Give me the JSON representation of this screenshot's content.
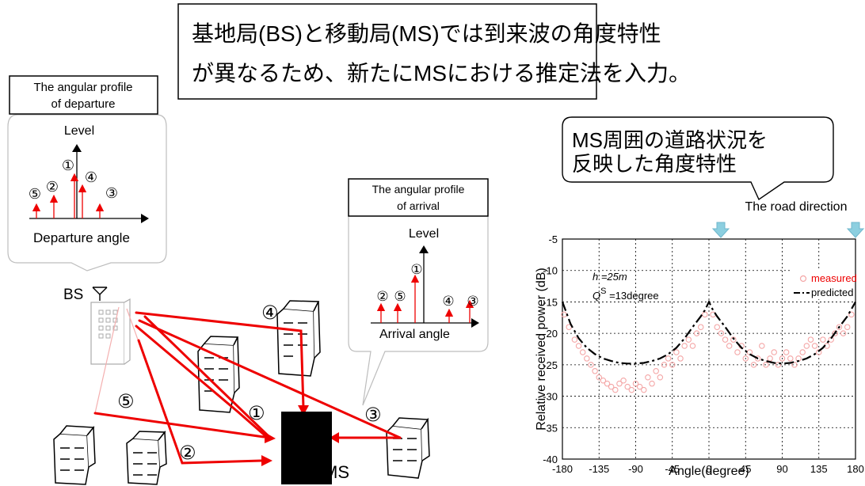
{
  "headline": {
    "line1": "基地局(BS)と移動局(MS)では到来波の角度特性",
    "line2": "が異なるため、新たにMSにおける推定法を入力。"
  },
  "departure_box": {
    "title_line1": "The angular profile",
    "title_line2": "of departure",
    "y_label": "Level",
    "x_label": "Departure angle",
    "labels": [
      "⑤",
      "②",
      "①",
      "④",
      "③"
    ]
  },
  "arrival_box": {
    "title_line1": "The angular profile",
    "title_line2": "of arrival",
    "y_label": "Level",
    "x_label": "Arrival angle",
    "labels": [
      "②",
      "⑤",
      "①",
      "④",
      "③"
    ]
  },
  "callout_ms": {
    "line1": "MS周囲の道路状況を",
    "line2": "反映した角度特性"
  },
  "scene": {
    "bs_label": "BS",
    "ms_label": "MS",
    "path_labels": [
      "①",
      "②",
      "③",
      "④",
      "⑤"
    ]
  },
  "colors": {
    "ray": "#ee0000",
    "profile_arrow": "#ee0000",
    "measured": "#f4a6a6",
    "arrow_hint": "#8ccfe0"
  },
  "chart_data": {
    "type": "scatter",
    "title": "The road direction",
    "xlabel": "Angle(degree)",
    "ylabel": "Relative received power (dB)",
    "xlim": [
      -180,
      180
    ],
    "ylim": [
      -40,
      -5
    ],
    "xticks": [
      "-180",
      "-135",
      "-90",
      "-45",
      "0",
      "45",
      "90",
      "135",
      "180"
    ],
    "yticks": [
      "-5",
      "-10",
      "-15",
      "-20",
      "-25",
      "-30",
      "-35",
      "-40"
    ],
    "grid": true,
    "legend_position": "top-right",
    "annotation_h": "h =25m",
    "annotation_q": "Q",
    "annotation_q_sup": "S",
    "annotation_q_val": " =13degree",
    "series": [
      {
        "name": "measured",
        "style": "circle",
        "x": [
          -178,
          -172,
          -165,
          -160,
          -155,
          -150,
          -145,
          -140,
          -135,
          -130,
          -125,
          -120,
          -115,
          -110,
          -105,
          -100,
          -95,
          -90,
          -85,
          -80,
          -75,
          -70,
          -65,
          -60,
          -55,
          -50,
          -45,
          -40,
          -35,
          -30,
          -25,
          -20,
          -15,
          -10,
          -5,
          5,
          10,
          15,
          20,
          25,
          30,
          35,
          40,
          45,
          50,
          55,
          60,
          65,
          70,
          75,
          80,
          85,
          90,
          95,
          100,
          105,
          110,
          115,
          120,
          125,
          130,
          135,
          140,
          145,
          150,
          155,
          160,
          165,
          170,
          175
        ],
        "y": [
          -17,
          -19,
          -21,
          -22,
          -23,
          -24,
          -25,
          -26,
          -27,
          -27.5,
          -28,
          -28.5,
          -29,
          -28,
          -27.5,
          -28.5,
          -29,
          -28,
          -28.5,
          -29,
          -27,
          -28,
          -26,
          -27,
          -25,
          -24,
          -25,
          -23,
          -24,
          -22,
          -21,
          -22,
          -20,
          -19,
          -17,
          -17,
          -19,
          -20,
          -21,
          -22,
          -21,
          -23,
          -22,
          -24,
          -23,
          -25,
          -24,
          -22,
          -25,
          -24,
          -23,
          -25,
          -24,
          -23,
          -24,
          -25,
          -24,
          -23,
          -22,
          -21,
          -22,
          -23,
          -21,
          -22,
          -21,
          -20,
          -19,
          -20,
          -19,
          -17
        ]
      },
      {
        "name": "predicted",
        "style": "dash-dot",
        "x": [
          -180,
          -170,
          -160,
          -150,
          -140,
          -130,
          -120,
          -110,
          -100,
          -90,
          -80,
          -70,
          -60,
          -50,
          -40,
          -30,
          -20,
          -10,
          -5,
          0,
          5,
          10,
          20,
          30,
          40,
          50,
          60,
          70,
          80,
          90,
          100,
          110,
          120,
          130,
          140,
          150,
          160,
          170,
          180
        ],
        "y": [
          -15,
          -18.5,
          -20.8,
          -22.3,
          -23.3,
          -24,
          -24.4,
          -24.7,
          -24.8,
          -24.8,
          -24.7,
          -24.4,
          -24,
          -23.3,
          -22.3,
          -20.8,
          -19,
          -17.3,
          -16.3,
          -15,
          -16.3,
          -17.3,
          -19,
          -20.8,
          -22.3,
          -23.3,
          -24,
          -24.4,
          -24.7,
          -24.8,
          -24.7,
          -24.4,
          -24,
          -23.3,
          -22.3,
          -20.8,
          -19,
          -17.3,
          -15
        ]
      }
    ]
  }
}
